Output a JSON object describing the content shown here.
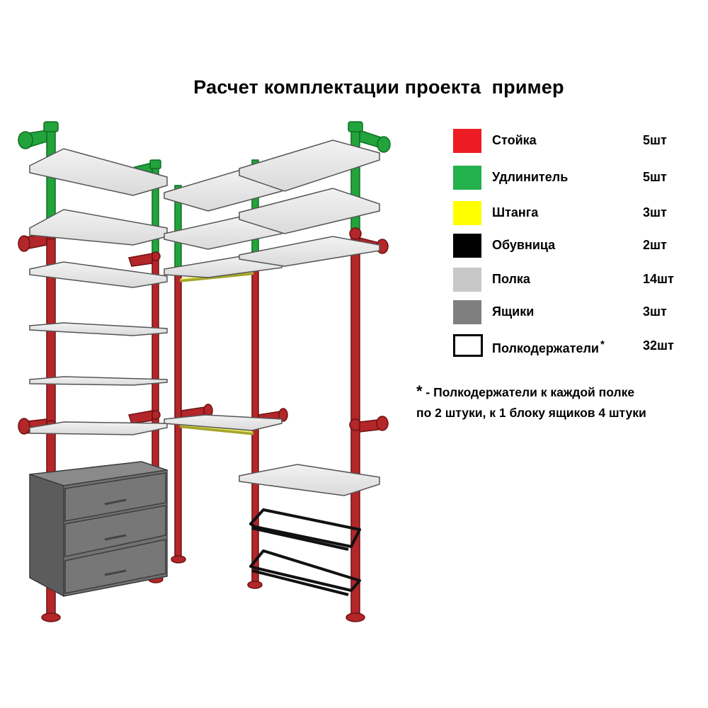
{
  "title": "Расчет комплектации проекта  пример",
  "legend": [
    {
      "label": "Стойка",
      "count": "5шт",
      "color": "#ed1c24",
      "style": "fill"
    },
    {
      "label": "Удлинитель",
      "count": "5шт",
      "color": "#22b14c",
      "style": "fill"
    },
    {
      "label": "Штанга",
      "count": "3шт",
      "color": "#ffff00",
      "style": "fill"
    },
    {
      "label": "Обувница",
      "count": "2шт",
      "color": "#000000",
      "style": "fill"
    },
    {
      "label": "Полка",
      "count": "14шт",
      "color": "#c8c8c8",
      "style": "fill"
    },
    {
      "label": "Ящики",
      "count": "3шт",
      "color": "#7f7f7f",
      "style": "fill"
    },
    {
      "label": "Полкодержатели",
      "count": "32шт",
      "color": "#000000",
      "style": "outline",
      "asterisk": "*"
    }
  ],
  "note": {
    "star": "*",
    "line1": " - Полкодержатели к каждой полке",
    "line2": "по 2 штуки, к 1 блоку ящиков 4 штуки"
  },
  "illustration_colors": {
    "rack": "#b3262a",
    "rack_dark": "#7a1515",
    "extender": "#22a33c",
    "rod": "#d8d84a",
    "shelf": "#e8e8e8",
    "shelf_edge": "#555555",
    "drawers": "#6f6f6f",
    "shoe_rack": "#111111"
  }
}
